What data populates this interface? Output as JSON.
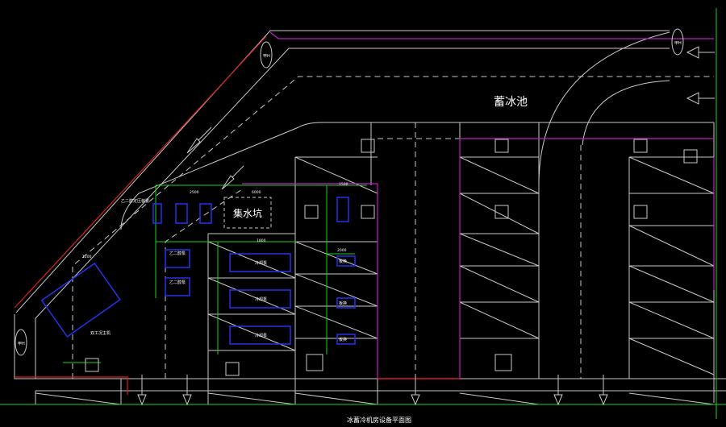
{
  "drawing": {
    "pool_label": "蓄冰池",
    "sump_label": "集水坑",
    "bottom_title": "冰蓄冷机房设备平面图",
    "left_axis_top": "甲H",
    "left_axis_bottom": "甲H",
    "right_axis": "甲H",
    "room_label_1": "乙二醇泵",
    "room_label_2": "乙二醇泵",
    "equip_label_1": "冷却泵",
    "equip_label_2": "冷却泵",
    "equip_label_3": "冷却泵",
    "pump_label_1": "板换",
    "pump_label_2": "板换",
    "pump_label_3": "板换",
    "chiller_label": "双工况主机",
    "rack_label": "乙二醇定压装置",
    "dims": [
      "2500",
      "6000",
      "1500",
      "1800",
      "2000",
      "1200"
    ]
  },
  "colors": {
    "background": "#000000",
    "wall": "#c8c8c8",
    "magenta": "#c21fc2",
    "green": "#19d419",
    "blue": "#2233ee",
    "red": "#d82020",
    "white": "#ffffff"
  }
}
